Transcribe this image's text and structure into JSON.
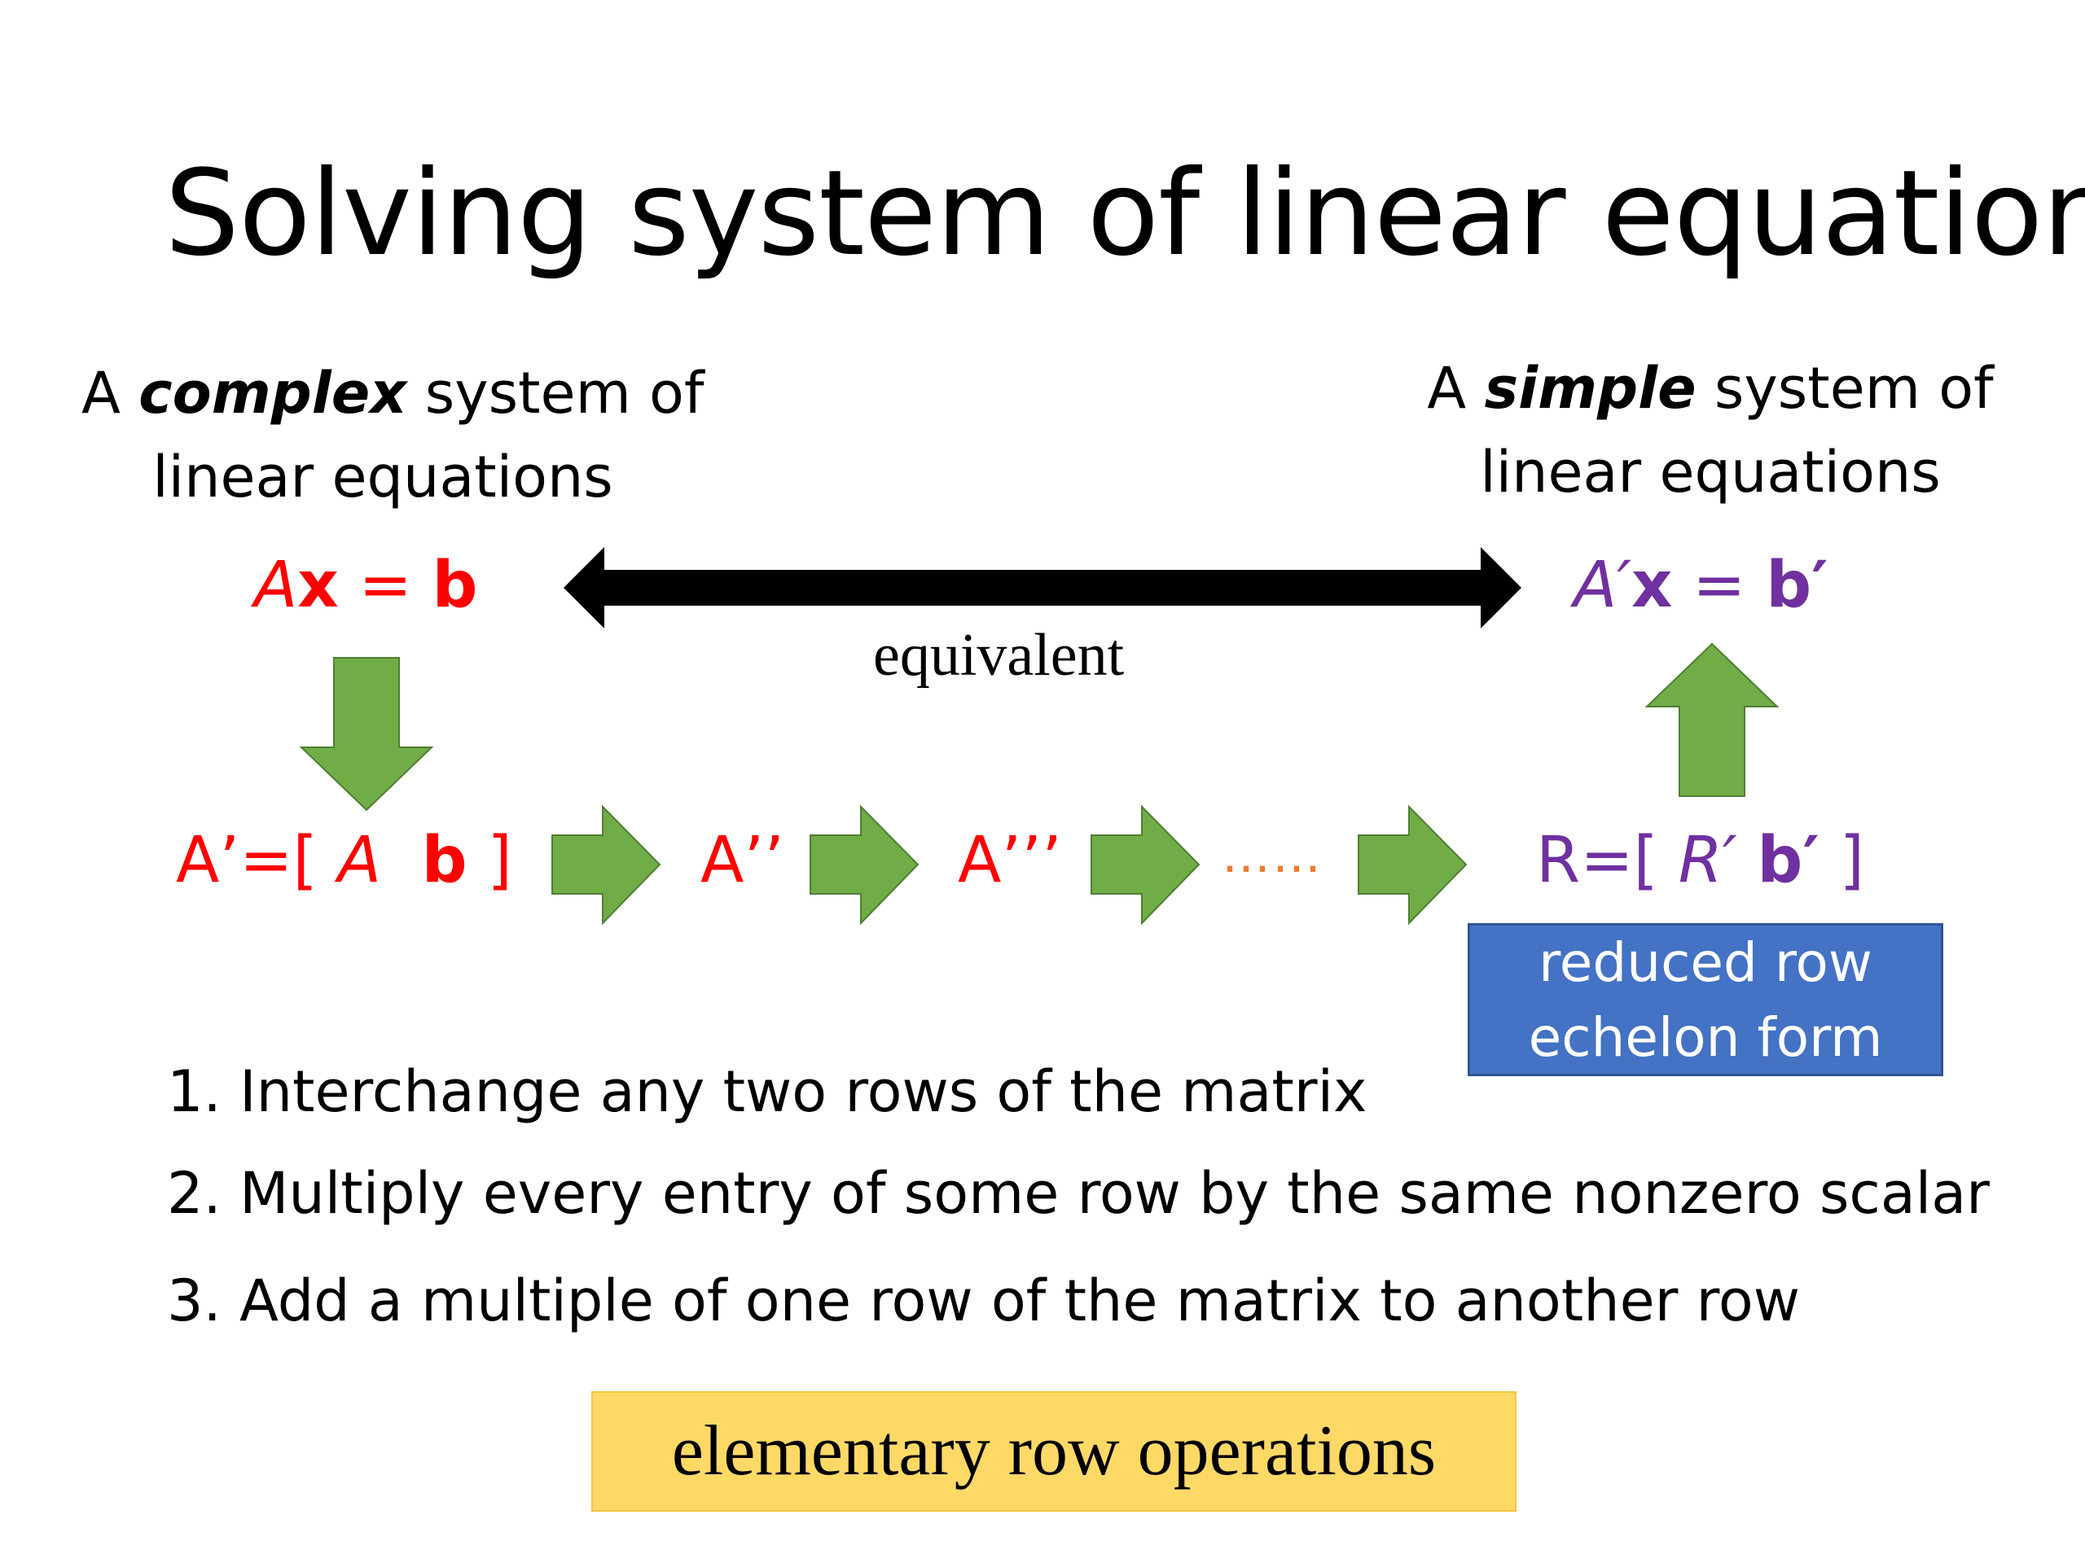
{
  "title": "Solving system of linear equation",
  "left_caption": {
    "prefix": "A",
    "emphasis": "complex",
    "suffix": "system of",
    "line2": "linear equations"
  },
  "right_caption": {
    "prefix": "A",
    "emphasis": "simple",
    "suffix": "system of",
    "line2": "linear equations"
  },
  "left_equation": {
    "A": "A",
    "x": "x",
    "eq": " = ",
    "b": "b"
  },
  "right_equation": {
    "A": "A′",
    "x": "x",
    "eq": " = ",
    "b": "b′"
  },
  "equivalent_label": "equivalent",
  "chain": {
    "augmented": {
      "start": "A’=[ ",
      "A": "A",
      "b": "b",
      "end": " ]"
    },
    "step2": "A’’",
    "step3": "A’’’",
    "dots": "……",
    "reduced": {
      "start": "R=[ ",
      "R": "R′",
      "b": "b′",
      "end": " ]"
    }
  },
  "rref_label": {
    "line1": "reduced row",
    "line2": "echelon form"
  },
  "operations": [
    "1. Interchange any two rows of the matrix",
    "2. Multiply every entry of some row by the same nonzero scalar",
    "3. Add a multiple of one row of the matrix to another row"
  ],
  "operations_label": "elementary row operations",
  "colors": {
    "red": "#ff0000",
    "purple": "#7030a0",
    "green_arrow": "#70ad47",
    "box_blue": "#4472c4",
    "box_yellow": "#ffd966",
    "dots_orange": "#ed7d31"
  }
}
